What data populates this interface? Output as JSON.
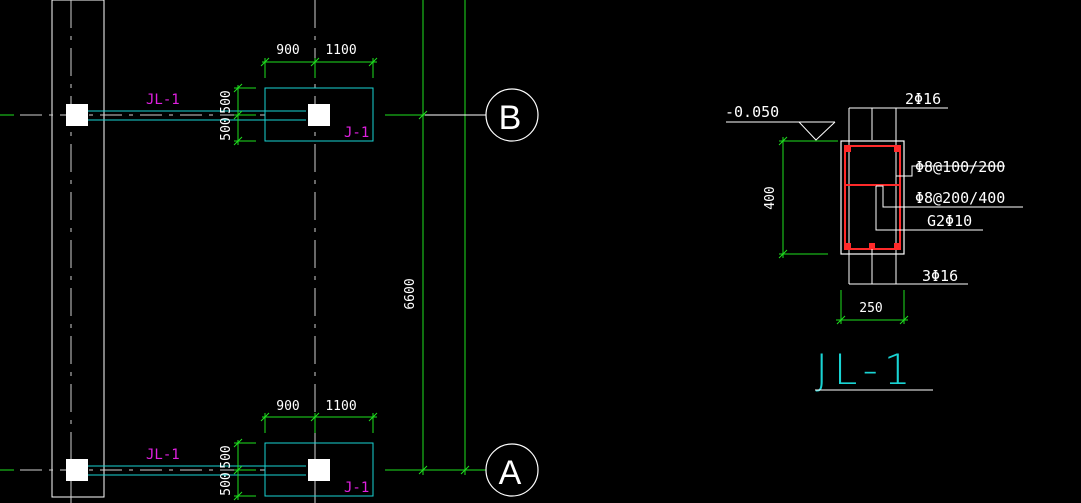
{
  "colors": {
    "background": "#000000",
    "dimension": "#1ee01e",
    "outline": "#ffffff",
    "beam": "#19d3d3",
    "label": "#e020e0",
    "center_line": "#d0d0d0",
    "rebar": "#ff2a2a"
  },
  "plan": {
    "upper": {
      "dims_horizontal": [
        "900",
        "1100"
      ],
      "dims_vertical": [
        "500",
        "500"
      ],
      "beam_label": "JL-1",
      "footing_label": "J-1"
    },
    "lower": {
      "dims_horizontal": [
        "900",
        "1100"
      ],
      "dims_vertical": [
        "500",
        "500"
      ],
      "beam_label": "JL-1",
      "footing_label": "J-1"
    },
    "span_dimension": "6600",
    "axis_top": "B",
    "axis_bottom": "A"
  },
  "section": {
    "elevation": "-0.050",
    "top_bars": "2Φ16",
    "stirrup_1": "Φ8@100/200",
    "stirrup_2": "Φ8@200/400",
    "side_bars": "G2Φ10",
    "bottom_bars": "3Φ16",
    "height": "400",
    "width": "250",
    "title": "JL-1"
  }
}
